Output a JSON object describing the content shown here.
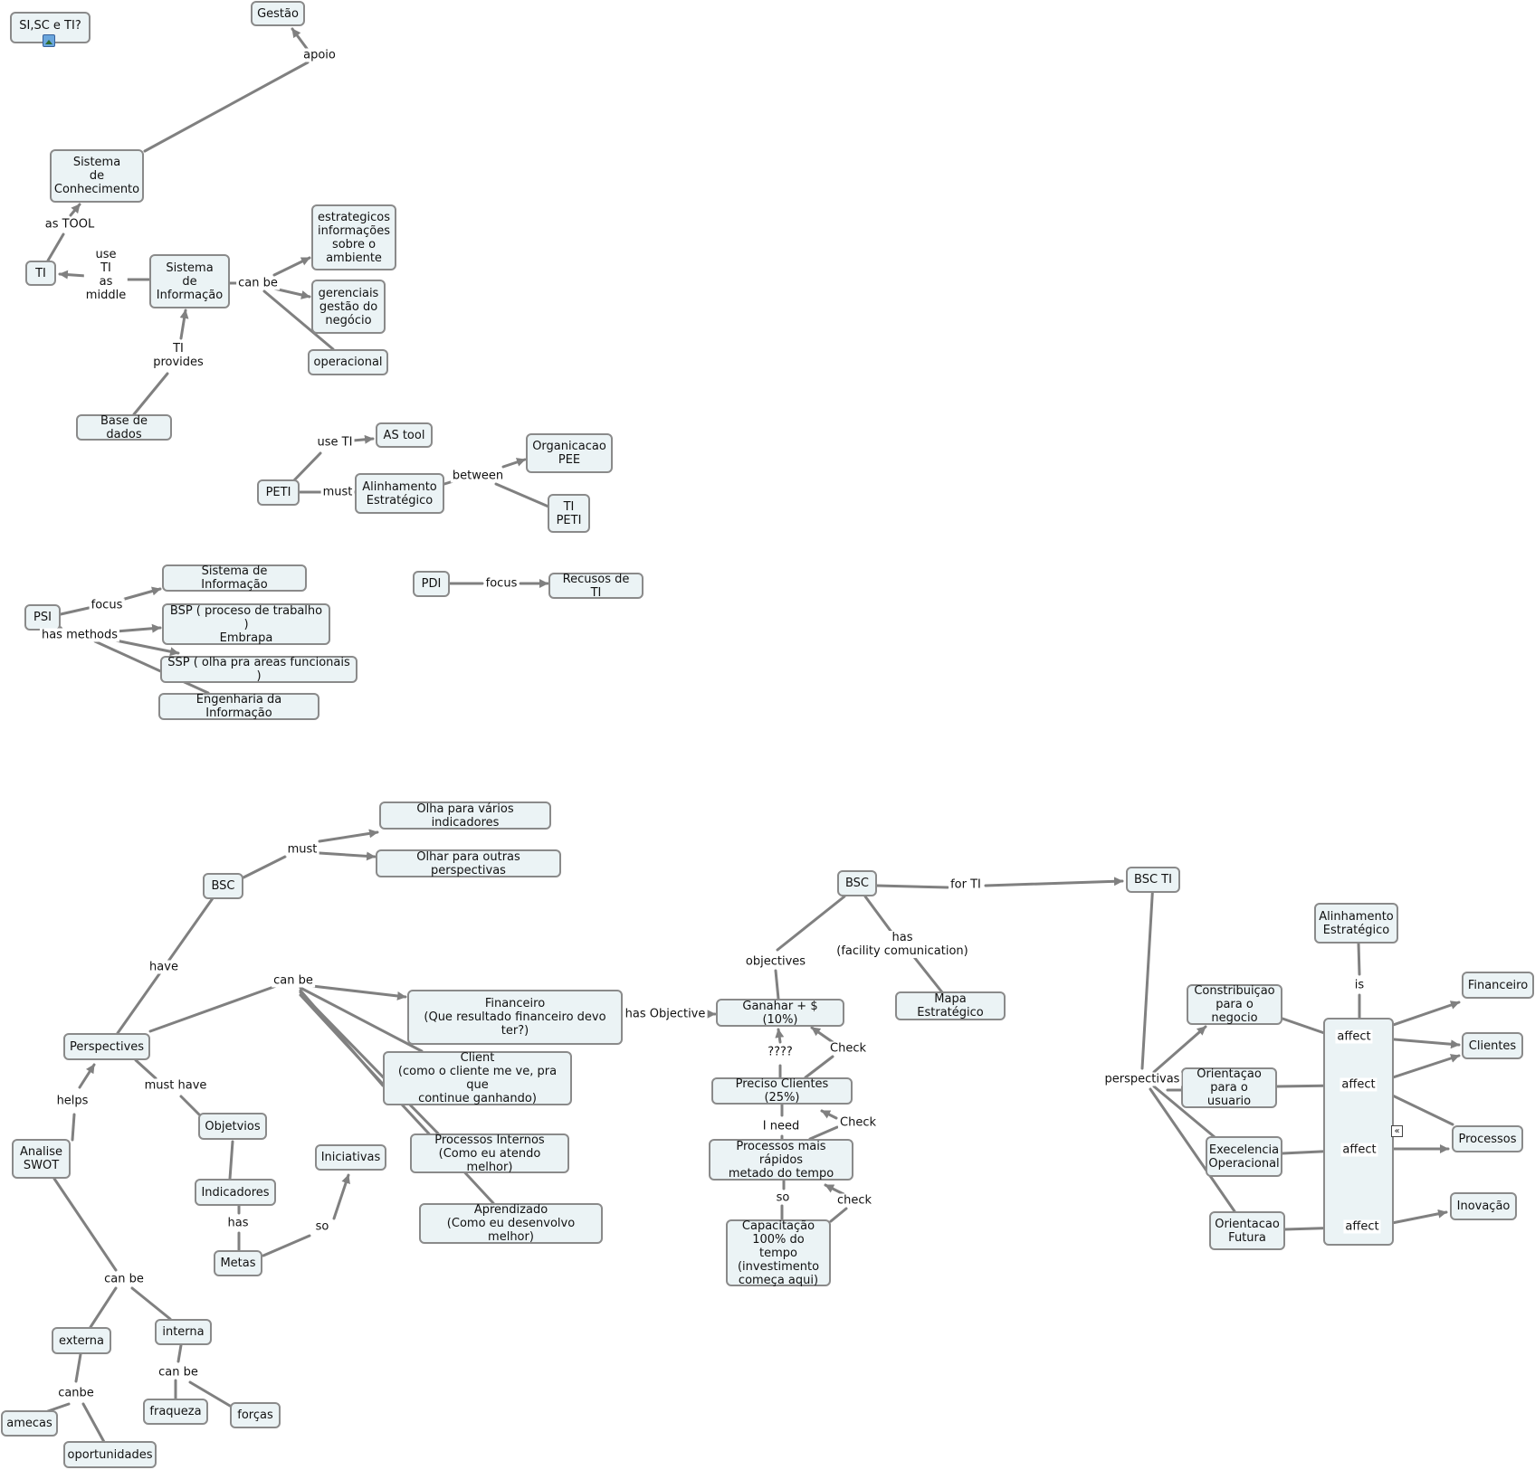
{
  "nodes": {
    "sisc": "SI,SC e TI?",
    "gestao": "Gestão",
    "sc": "Sistema\nde\nConhecimento",
    "ti": "TI",
    "si": "Sistema\nde\nInformação",
    "estrat": "estrategicos\ninformações\nsobre o\nambiente",
    "gerenc": "gerenciais\ngestão do\nnegócio",
    "operac": "operacional",
    "basedados": "Base de dados",
    "astool": "AS tool",
    "peti": "PETI",
    "alinh1": "Alinhamento\nEstratégico",
    "orgpee": "Organicacao\nPEE",
    "tipeti": "TI\nPETI",
    "pdi": "PDI",
    "recursos": "Recusos de TI",
    "psi": "PSI",
    "sistinfo": "Sistema de Informação",
    "bsp": "BSP ( proceso de trabalho )\nEmbrapa",
    "ssp": "SSP ( olha pra areas funcionais )",
    "enginfo": "Engenharia da Informação",
    "olha": "Olha para vários indicadores",
    "olhar": "Olhar para outras perspectivas",
    "bsc1": "BSC",
    "persp": "Perspectives",
    "financ": "Financeiro\n(Que resultado financeiro devo ter?)",
    "client": "Client\n(como o cliente me ve, pra que\ncontinue ganhando)",
    "procint": "Processos Internos\n(Como eu atendo melhor)",
    "aprend": "Aprendizado\n(Como eu desenvolvo melhor)",
    "objet": "Objetvios",
    "iniciat": "Iniciativas",
    "indic": "Indicadores",
    "metas": "Metas",
    "swot": "Analise\nSWOT",
    "externa": "externa",
    "interna": "interna",
    "amecas": "amecas",
    "oportun": "oportunidades",
    "fraqueza": "fraqueza",
    "forcas": "forças",
    "bsc2": "BSC",
    "bscti": "BSC TI",
    "mapa": "Mapa Estratégico",
    "ganhar": "Ganahar + $ (10%)",
    "preciso": "Preciso Clientes (25%)",
    "procrap": "Processos mais rápidos\nmetado do tempo",
    "capacit": "Capacitação\n100% do tempo\n(investimento\ncomeça aqui)",
    "alinh2": "Alinhamento\nEstratégico",
    "constrib": "Constribuiçao\npara o negocio",
    "orientu": "Orientaçao\npara o usuario",
    "execel": "Execelencia\nOperacional",
    "orientf": "Orientacao\nFutura",
    "group": "",
    "fin2": "Financeiro",
    "clientes": "Clientes",
    "processos": "Processos",
    "inovacao": "Inovação"
  },
  "links": {
    "apoio": "apoio",
    "astool_lbl": "as TOOL",
    "usetimiddle": "use\nTI\nas\nmiddle",
    "canbe1": "can be",
    "tiprovides": "TI\nprovides",
    "useti": "use TI",
    "must1": "must",
    "between": "between",
    "focus1": "focus",
    "focus2": "focus",
    "hasmethods": "has methods",
    "must2": "must",
    "have": "have",
    "canbe2": "can be",
    "hasobj": "has Objective",
    "musthave": "must have",
    "helps": "helps",
    "has1": "has",
    "so1": "so",
    "canbe3": "can be",
    "canbe4": "can be",
    "canbe5": "canbe",
    "fort": "for TI",
    "objectives": "objectives",
    "hasfac": "has\n(facility comunication)",
    "q4": "????",
    "check1": "Check",
    "ineed": "I need",
    "check2": "Check",
    "so2": "so",
    "check3": "check",
    "perspectivas": "perspectivas",
    "is": "is",
    "affect1": "affect",
    "affect2": "affect",
    "affect3": "affect",
    "affect4": "affect"
  },
  "icons": {
    "image": "image-icon",
    "collapse": "collapse-icon"
  },
  "colors": {
    "node_fill": "#ebf3f5",
    "node_border": "#8a8a8a",
    "edge": "#808080"
  }
}
